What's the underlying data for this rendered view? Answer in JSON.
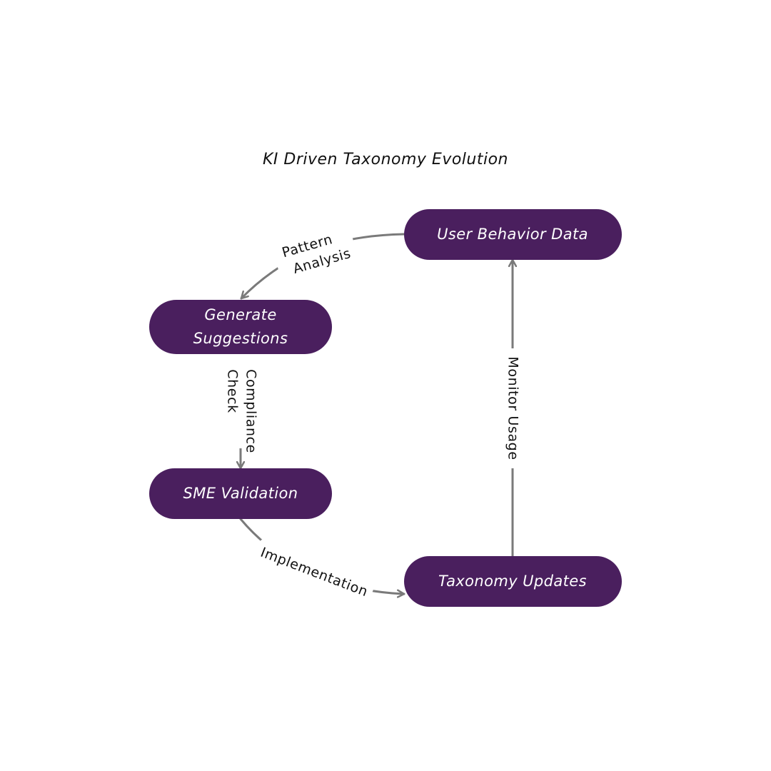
{
  "title": "KI Driven Taxonomy Evolution",
  "colors": {
    "node_fill": "#4a1f5e",
    "node_text": "#ffffff",
    "edge": "#7a7a7a",
    "text": "#111111",
    "background": "#ffffff"
  },
  "nodes": {
    "user_behavior": {
      "label": "User Behavior Data"
    },
    "generate": {
      "line1": "Generate",
      "line2": "Suggestions"
    },
    "sme": {
      "label": "SME Validation"
    },
    "taxonomy": {
      "label": "Taxonomy Updates"
    }
  },
  "edges": {
    "pattern_analysis": {
      "line1": "Pattern",
      "line2": "Analysis"
    },
    "compliance_check": {
      "line1": "Compliance",
      "line2": "Check"
    },
    "implementation": {
      "label": "Implementation"
    },
    "monitor_usage": {
      "label": "Monitor Usage"
    }
  }
}
